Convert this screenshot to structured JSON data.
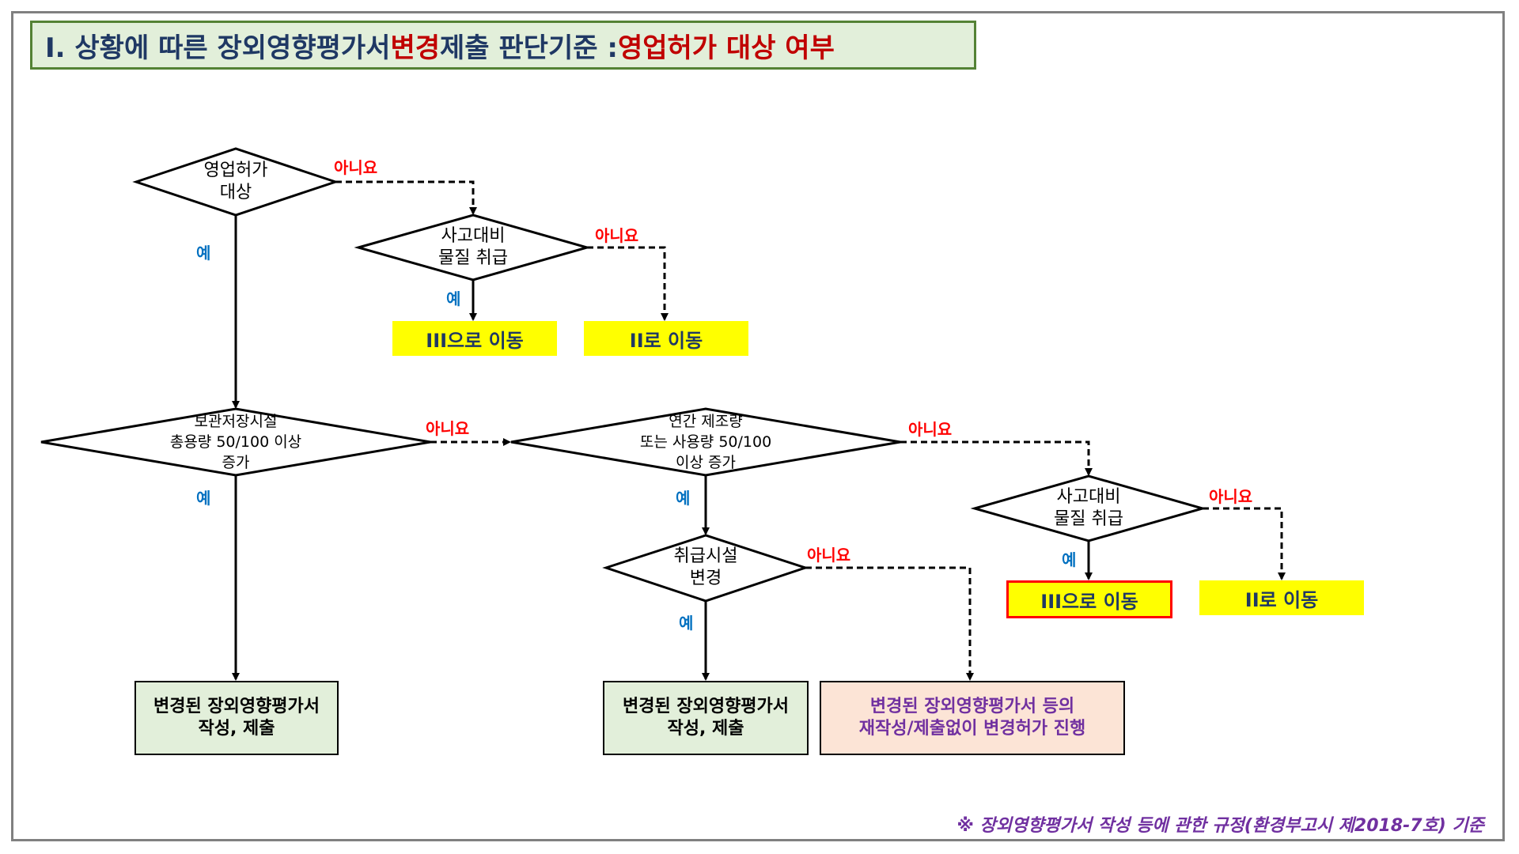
{
  "title": {
    "prefix": "I. 상황에 따른 장외영향평가서 ",
    "highlight1": "변경",
    "middle": "제출 판단기준 : ",
    "highlight2": "영업허가 대상 여부"
  },
  "colors": {
    "title_text": "#1f3864",
    "title_red": "#c00000",
    "no": "#ff0000",
    "yes": "#0070c0",
    "footnote": "#7030a0"
  },
  "labels": {
    "yes": "예",
    "no": "아니요"
  },
  "nodes": {
    "d1": {
      "line1": "영업허가",
      "line2": "대상"
    },
    "d2": {
      "line1": "사고대비",
      "line2": "물질 취급"
    },
    "d3": {
      "line1": "보관저장시설",
      "line2": "총용량 50/100 이상",
      "line3": "증가"
    },
    "d4": {
      "line1": "연간 제조량",
      "line2": "또는 사용량 50/100",
      "line3": "이상 증가"
    },
    "d5": {
      "line1": "사고대비",
      "line2": "물질 취급"
    },
    "d6": {
      "line1": "취급시설",
      "line2": "변경"
    },
    "b1": "III으로 이동",
    "b2": "II로 이동",
    "b3": "III으로 이동",
    "b4": "II로 이동",
    "r1": {
      "line1": "변경된 장외영향평가서",
      "line2": "작성, 제출"
    },
    "r2": {
      "line1": "변경된 장외영향평가서",
      "line2": "작성, 제출"
    },
    "r3": {
      "line1": "변경된 장외영향평가서 등의",
      "line2": "재작성/제출없이 변경허가 진행"
    }
  },
  "footnote": "※ 장외영향평가서 작성 등에 관한 규정(환경부고시 제2018-7호) 기준"
}
